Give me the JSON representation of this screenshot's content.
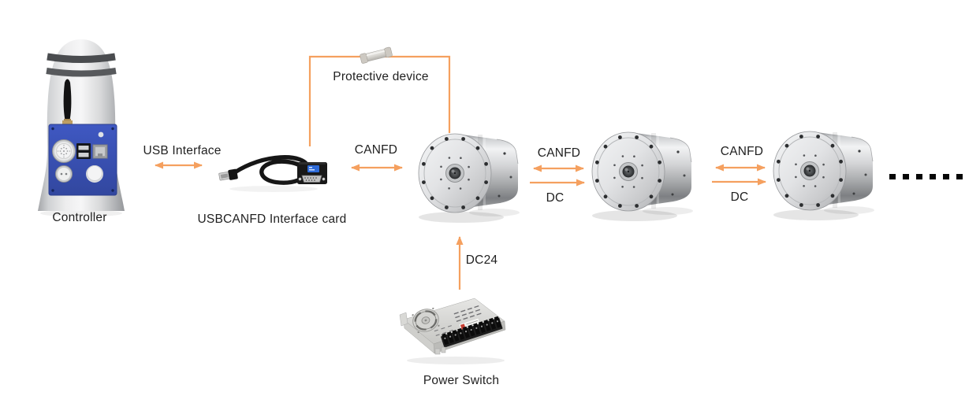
{
  "diagram": {
    "type": "hardware-connection-diagram",
    "background_color": "#ffffff",
    "accent_color": "#F5A05F",
    "text_color": "#1f1f1f",
    "nodes": {
      "controller": {
        "label": "Controller"
      },
      "interface_card": {
        "label": "USBCANFD Interface card"
      },
      "protective_device": {
        "label": "Protective device"
      },
      "power_switch": {
        "label": "Power Switch"
      },
      "motors": {
        "visible_count": 3,
        "continuation_dots": 6
      }
    },
    "connections": [
      {
        "from": "controller",
        "to": "interface_card",
        "label": "USB Interface",
        "direction": "bidirectional"
      },
      {
        "from": "interface_card",
        "to": "motor_1",
        "label": "CANFD",
        "direction": "bidirectional"
      },
      {
        "from": "interface_card",
        "to": "motor_1",
        "via": "protective_device",
        "direction": "line"
      },
      {
        "from": "motor_1",
        "to": "motor_2",
        "label": "CANFD",
        "direction": "bidirectional"
      },
      {
        "from": "motor_1",
        "to": "motor_2",
        "label": "DC",
        "direction": "forward"
      },
      {
        "from": "motor_2",
        "to": "motor_3",
        "label": "CANFD",
        "direction": "bidirectional"
      },
      {
        "from": "motor_2",
        "to": "motor_3",
        "label": "DC",
        "direction": "forward"
      },
      {
        "from": "power_switch",
        "to": "motor_1",
        "label": "DC24",
        "direction": "forward"
      }
    ]
  }
}
